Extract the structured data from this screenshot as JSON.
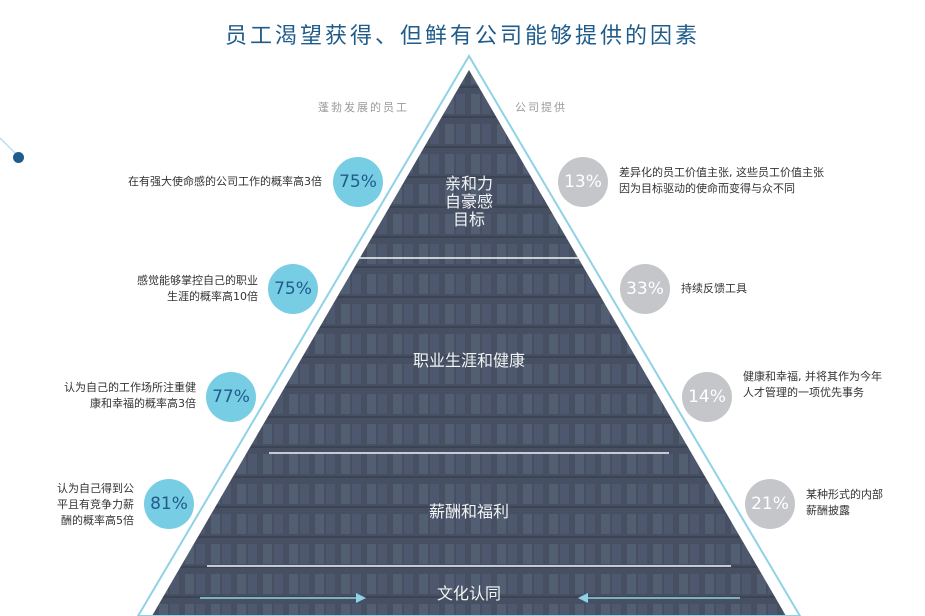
{
  "title": "员工渴望获得、但鲜有公司能够提供的因素",
  "headers": {
    "left": "蓬勃发展的员工",
    "right": "公司提供"
  },
  "tiers": [
    {
      "lines": [
        "亲和力",
        "自豪感",
        "目标"
      ]
    },
    {
      "lines": [
        "职业生涯和健康"
      ]
    },
    {
      "lines": [
        "薪酬和福利"
      ]
    },
    {
      "lines": [
        "文化认同"
      ]
    }
  ],
  "left_stats": [
    {
      "value": "75%",
      "lines": [
        "在有强大使命感的公司工作的概率高3倍"
      ]
    },
    {
      "value": "75%",
      "lines": [
        "感觉能够掌控自己的职业",
        "生涯的概率高10倍"
      ]
    },
    {
      "value": "77%",
      "lines": [
        "认为自己的工作场所注重健",
        "康和幸福的概率高3倍"
      ]
    },
    {
      "value": "81%",
      "lines": [
        "认为自己得到公",
        "平且有竞争力薪",
        "酬的概率高5倍"
      ]
    }
  ],
  "right_stats": [
    {
      "value": "13%",
      "lines": [
        "差异化的员工价值主张, 这些员工价值主张",
        "因为目标驱动的使命而变得与众不同"
      ]
    },
    {
      "value": "33%",
      "lines": [
        "持续反馈工具"
      ]
    },
    {
      "value": "14%",
      "lines": [
        "健康和幸福, 并将其作为今年",
        "人才管理的一项优先事务"
      ]
    },
    {
      "value": "21%",
      "lines": [
        "某种形式的内部",
        "薪酬披露"
      ]
    }
  ],
  "colors": {
    "title": "#1f5c8b",
    "left_circle": "#77cde4",
    "right_circle": "#c4c6c9",
    "pyramid_outline": "#8fd2e6",
    "pyramid_fill": "#4a5568"
  }
}
